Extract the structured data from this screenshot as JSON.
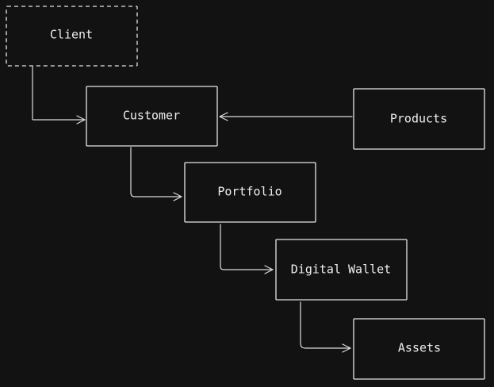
{
  "diagram": {
    "nodes": [
      {
        "id": "client",
        "label": "Client",
        "style": "dashed"
      },
      {
        "id": "customer",
        "label": "Customer",
        "style": "solid"
      },
      {
        "id": "products",
        "label": "Products",
        "style": "solid"
      },
      {
        "id": "portfolio",
        "label": "Portfolio",
        "style": "solid"
      },
      {
        "id": "digital_wallet",
        "label": "Digital Wallet",
        "style": "solid"
      },
      {
        "id": "assets",
        "label": "Assets",
        "style": "solid"
      }
    ],
    "edges": [
      {
        "from": "client",
        "to": "customer"
      },
      {
        "from": "products",
        "to": "customer"
      },
      {
        "from": "customer",
        "to": "portfolio"
      },
      {
        "from": "portfolio",
        "to": "digital_wallet"
      },
      {
        "from": "digital_wallet",
        "to": "assets"
      }
    ],
    "colors": {
      "background": "#121212",
      "stroke": "#e6e6e6",
      "text": "#eeeeee"
    }
  }
}
